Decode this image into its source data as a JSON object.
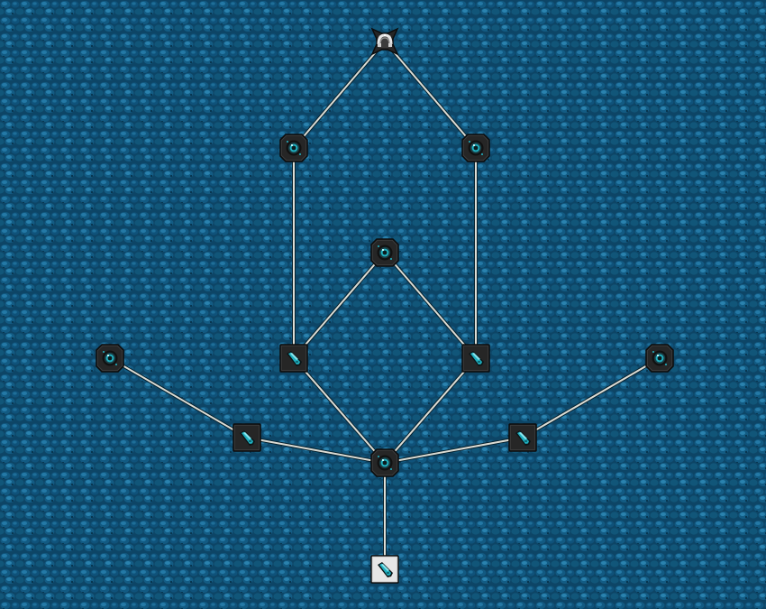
{
  "background": {
    "base_color": "#0f4a6a",
    "pattern": "cobblestone-texture"
  },
  "colors": {
    "frame_dark": "#262626",
    "frame_light": "#3c3c3c",
    "frame_border": "#0c0c0c",
    "accent": "#1fb0c0",
    "connector": "#dcdcd4",
    "connector_shadow": "#06222f",
    "completed_frame": "#e6e6e6"
  },
  "nodes": [
    {
      "id": "root",
      "shape": "star",
      "icon": "headband-icon",
      "state": "locked"
    },
    {
      "id": "left-upper",
      "shape": "round",
      "icon": "eye-orb-icon",
      "state": "locked"
    },
    {
      "id": "right-upper",
      "shape": "round",
      "icon": "eye-orb-icon",
      "state": "locked"
    },
    {
      "id": "center",
      "shape": "round",
      "icon": "eye-orb-icon",
      "state": "locked"
    },
    {
      "id": "left-outer",
      "shape": "round",
      "icon": "eye-orb-icon",
      "state": "locked"
    },
    {
      "id": "left-mid",
      "shape": "square",
      "icon": "crystal-shard-icon",
      "state": "locked"
    },
    {
      "id": "right-mid",
      "shape": "square",
      "icon": "crystal-shard-icon",
      "state": "locked"
    },
    {
      "id": "right-outer",
      "shape": "round",
      "icon": "eye-orb-icon",
      "state": "locked"
    },
    {
      "id": "left-low",
      "shape": "square",
      "icon": "crystal-shard-icon",
      "state": "locked"
    },
    {
      "id": "right-low",
      "shape": "square",
      "icon": "crystal-shard-icon",
      "state": "locked"
    },
    {
      "id": "hub",
      "shape": "round",
      "icon": "eye-orb-icon",
      "state": "locked"
    },
    {
      "id": "start",
      "shape": "square",
      "icon": "crystal-shard-icon",
      "state": "completed"
    }
  ],
  "links": [
    [
      "root",
      "left-upper"
    ],
    [
      "root",
      "right-upper"
    ],
    [
      "left-upper",
      "left-mid"
    ],
    [
      "right-upper",
      "right-mid"
    ],
    [
      "center",
      "left-mid"
    ],
    [
      "center",
      "right-mid"
    ],
    [
      "left-mid",
      "hub"
    ],
    [
      "right-mid",
      "hub"
    ],
    [
      "left-outer",
      "left-low"
    ],
    [
      "left-low",
      "hub"
    ],
    [
      "right-outer",
      "right-low"
    ],
    [
      "right-low",
      "hub"
    ],
    [
      "hub",
      "start"
    ]
  ]
}
